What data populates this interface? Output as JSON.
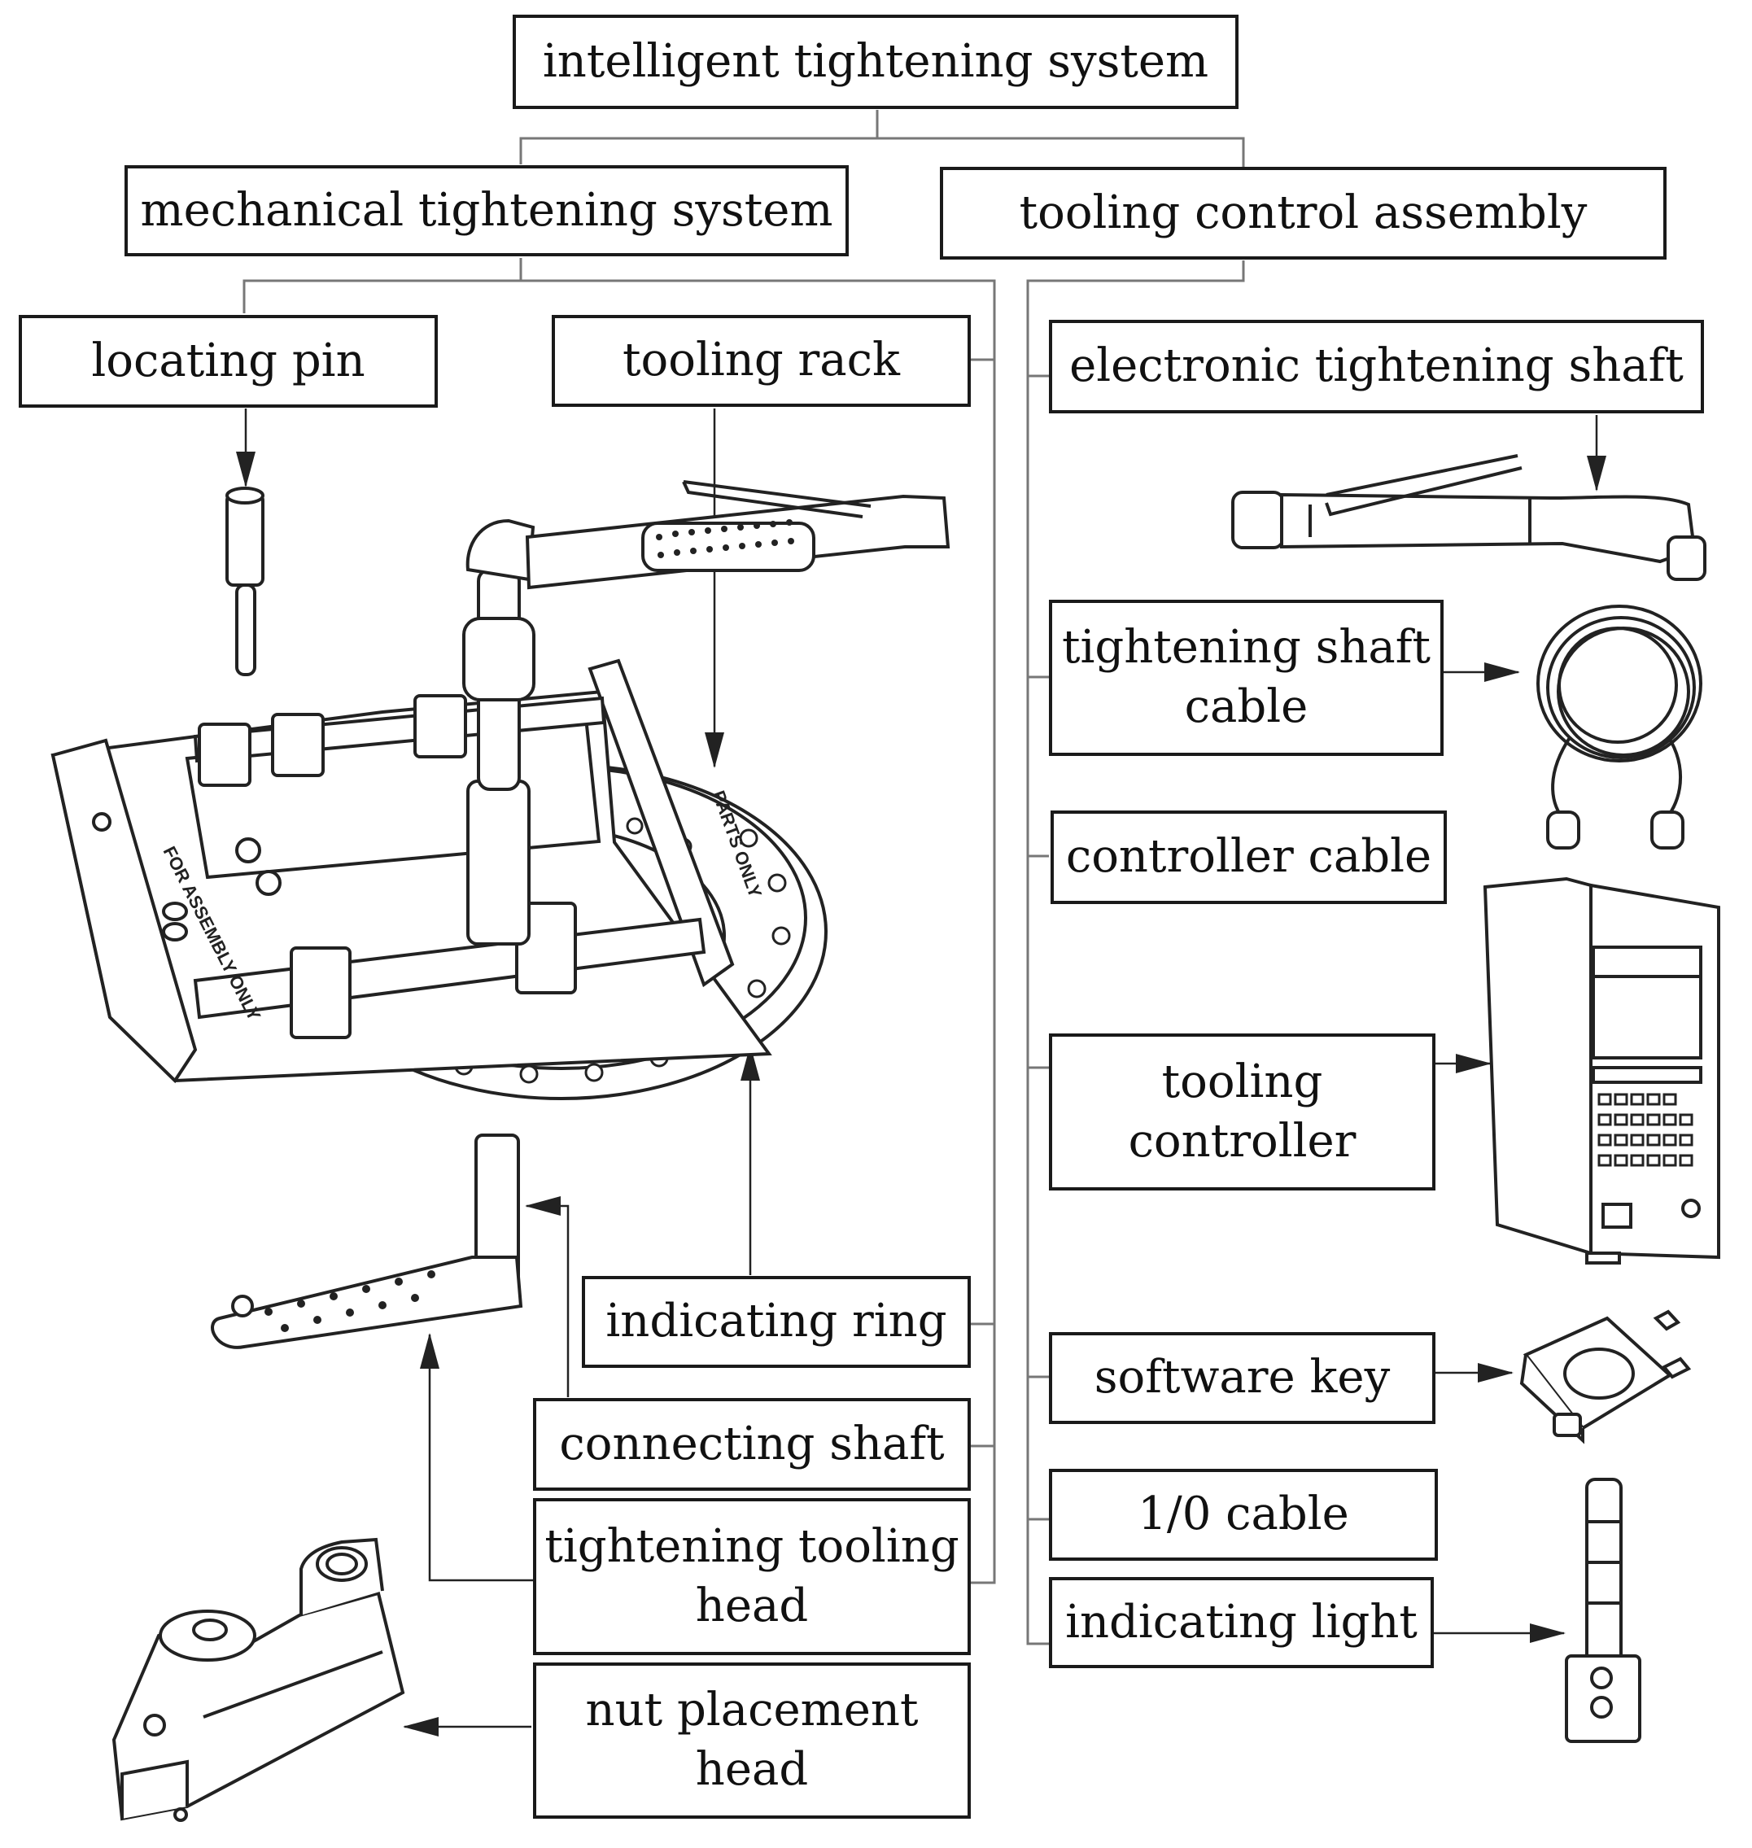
{
  "root": {
    "label": "intelligent tightening system"
  },
  "mechanical": {
    "label": "mechanical tightening system",
    "items": {
      "locating_pin": "locating pin",
      "tooling_rack": "tooling rack",
      "indicating_ring": "indicating ring",
      "connecting_shaft": "connecting shaft",
      "tightening_tooling_head": [
        "tightening tooling",
        "head"
      ],
      "nut_placement_head": [
        "nut placement",
        "head"
      ]
    }
  },
  "control": {
    "label": "tooling control assembly",
    "items": {
      "electronic_tightening_shaft": "electronic tightening shaft",
      "tightening_shaft_cable": [
        "tightening shaft",
        "cable"
      ],
      "controller_cable": "controller cable",
      "tooling_controller": [
        "tooling",
        "controller"
      ],
      "software_key": "software key",
      "io_cable": "1/0 cable",
      "indicating_light": "indicating light"
    }
  },
  "fixture_labels": {
    "left": "FOR ASSEMBLY ONLY",
    "right": "PARTS ONLY"
  }
}
